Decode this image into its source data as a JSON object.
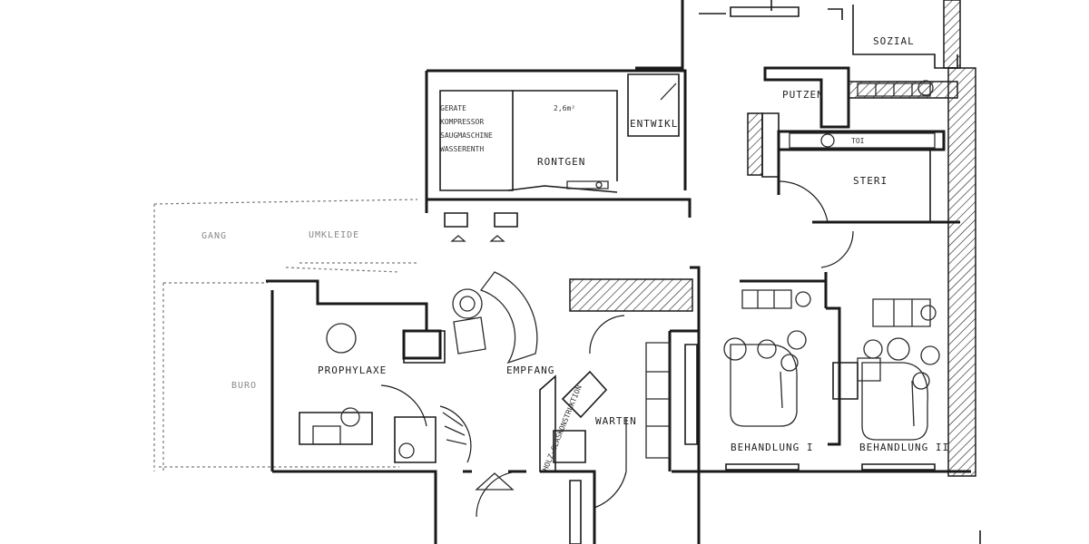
{
  "rooms": {
    "sozial": "SOZIAL",
    "putzen": "PUTZEN",
    "geraete_lines": [
      "GERATE",
      "KOMPRESSOR",
      "SAUGMASCHINE",
      "WASSERENTH"
    ],
    "area_note": "2,6m²",
    "entwikl": "ENTWIKL",
    "roentgen": "RONTGEN",
    "steri": "STERI",
    "toi": "TOI",
    "umkleide": "UMKLEIDE",
    "prophylaxe": "PROPHYLAXE",
    "empfang": "EMPFANG",
    "warten": "WARTEN",
    "behandlung_1": "BEHANDLUNG I",
    "behandlung_2": "BEHANDLUNG II",
    "buro": "BURO",
    "gang": "GANG",
    "partition_note": "HOLZ-GLASKONSTRUKTION"
  }
}
